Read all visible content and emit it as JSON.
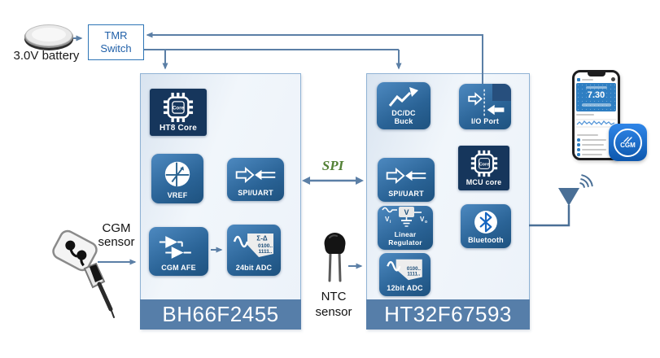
{
  "colors": {
    "wire": "#5b7fa6",
    "tmr_border": "#2e75b6",
    "tmr_text": "#1f5fa8",
    "chip_footer": "#567ea9",
    "tile_blue": "#2a6396",
    "tile_navy": "#16365c",
    "spi_text_green": "#538135",
    "antenna": "#4a6f96",
    "app_blue": "#2e7ec2",
    "badge_blue": "#0d57ad"
  },
  "battery": {
    "label": "3.0V battery"
  },
  "tmr": {
    "line1": "TMR",
    "line2": "Switch"
  },
  "bus": {
    "label": "SPI"
  },
  "left_chip": {
    "name": "BH66F2455",
    "core": {
      "icon_text": "Core",
      "label": "HT8 Core"
    },
    "vref": {
      "label": "VREF"
    },
    "spi_uart": {
      "label": "SPI/UART"
    },
    "cgm_afe": {
      "label": "CGM AFE"
    },
    "adc": {
      "label": "24bit ADC",
      "sigma": "Σ-Δ",
      "bits1": "0100..",
      "bits2": "1111.."
    }
  },
  "right_chip": {
    "name": "HT32F67593",
    "dcdc": {
      "line1": "DC/DC",
      "line2": "Buck"
    },
    "io_port": {
      "label": "I/O Port"
    },
    "spi_uart": {
      "label": "SPI/UART"
    },
    "mcu": {
      "icon_text": "Core",
      "label": "MCU core"
    },
    "ldo": {
      "line1": "Linear",
      "line2": "Regulator",
      "v": "V",
      "vi": "V",
      "vi_sub": "i",
      "vo": "V",
      "vo_sub": "o"
    },
    "bluetooth": {
      "label": "Bluetooth"
    },
    "adc": {
      "label": "12bit ADC",
      "bits1": "0100..",
      "bits2": "1111.."
    }
  },
  "cgm_sensor": {
    "line1": "CGM",
    "line2": "sensor"
  },
  "ntc_sensor": {
    "line1": "NTC",
    "line2": "sensor"
  },
  "phone": {
    "reading": "7.30",
    "app_icon": "CGM"
  }
}
